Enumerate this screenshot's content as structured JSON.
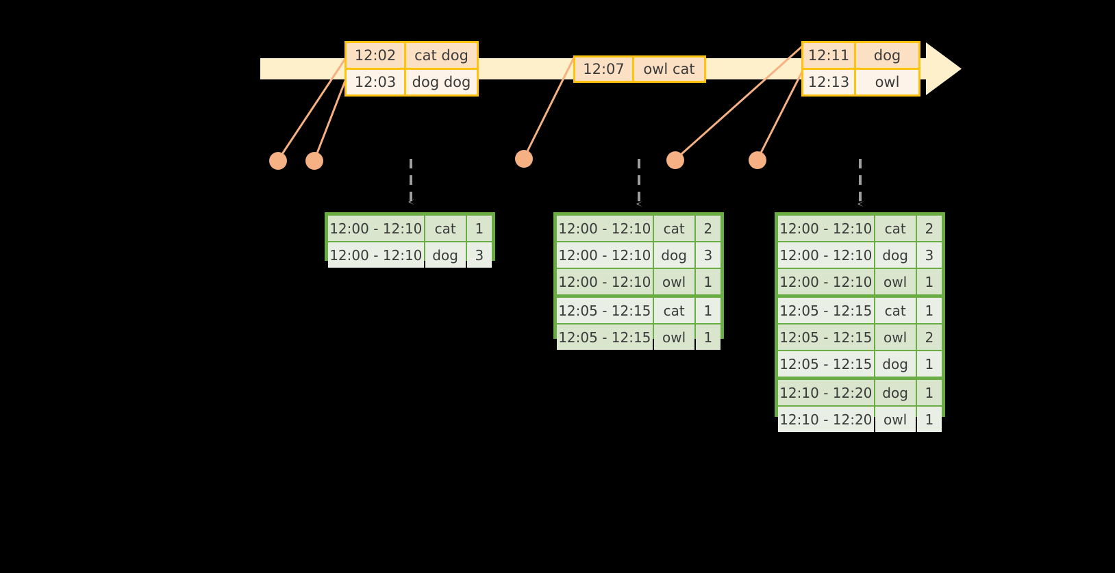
{
  "diagram": {
    "title": "sliding-window-aggregation-timeline",
    "colors": {
      "background": "#000000",
      "timeline_bar": "#fdf0ca",
      "event_box_border": "#ffc20e",
      "event_box_shade": "#fce0c3",
      "event_box_light": "#fdf3e9",
      "connector_dot": "#f5b183",
      "connector_line": "#f5b183",
      "table_border": "#6aad44",
      "table_row_a": "#d9e5cd",
      "table_row_b": "#e9efe4",
      "dashed_arrow": "#9e9e9e",
      "text": "#3a3a3a"
    }
  },
  "timeline": {
    "name": "event-time-axis",
    "arrow_direction": "right"
  },
  "event_boxes": [
    {
      "name": "event-box-1",
      "rows": [
        {
          "time": "12:02",
          "words": "cat dog"
        },
        {
          "time": "12:03",
          "words": "dog dog"
        }
      ]
    },
    {
      "name": "event-box-2",
      "rows": [
        {
          "time": "12:07",
          "words": "owl cat"
        }
      ]
    },
    {
      "name": "event-box-3",
      "rows": [
        {
          "time": "12:11",
          "words": "dog"
        },
        {
          "time": "12:13",
          "words": "owl"
        }
      ]
    }
  ],
  "connector_dots": [
    {
      "name": "connector-dot-1"
    },
    {
      "name": "connector-dot-2"
    },
    {
      "name": "connector-dot-3"
    },
    {
      "name": "connector-dot-4"
    },
    {
      "name": "connector-dot-5"
    },
    {
      "name": "connector-dot-6"
    }
  ],
  "tables": [
    {
      "name": "result-table-1",
      "rows": [
        {
          "window": "12:00 - 12:10",
          "key": "cat",
          "count": "1"
        },
        {
          "window": "12:00 - 12:10",
          "key": "dog",
          "count": "3"
        }
      ]
    },
    {
      "name": "result-table-2",
      "rows": [
        {
          "window": "12:00 - 12:10",
          "key": "cat",
          "count": "2"
        },
        {
          "window": "12:00 - 12:10",
          "key": "dog",
          "count": "3"
        },
        {
          "window": "12:00 - 12:10",
          "key": "owl",
          "count": "1"
        },
        {
          "window": "12:05 - 12:15",
          "key": "cat",
          "count": "1"
        },
        {
          "window": "12:05 - 12:15",
          "key": "owl",
          "count": "1"
        }
      ]
    },
    {
      "name": "result-table-3",
      "rows": [
        {
          "window": "12:00 - 12:10",
          "key": "cat",
          "count": "2"
        },
        {
          "window": "12:00 - 12:10",
          "key": "dog",
          "count": "3"
        },
        {
          "window": "12:00 - 12:10",
          "key": "owl",
          "count": "1"
        },
        {
          "window": "12:05 - 12:15",
          "key": "cat",
          "count": "1"
        },
        {
          "window": "12:05 - 12:15",
          "key": "owl",
          "count": "2"
        },
        {
          "window": "12:05 - 12:15",
          "key": "dog",
          "count": "1"
        },
        {
          "window": "12:10 - 12:20",
          "key": "dog",
          "count": "1"
        },
        {
          "window": "12:10 - 12:20",
          "key": "owl",
          "count": "1"
        }
      ]
    }
  ]
}
